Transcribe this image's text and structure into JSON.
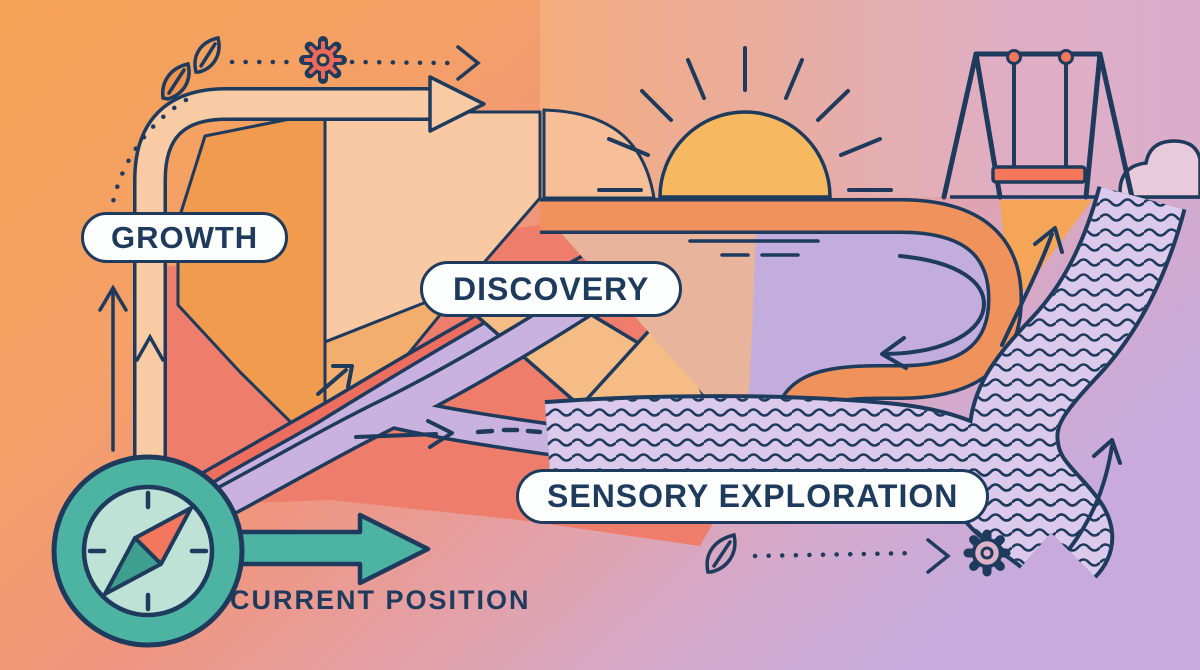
{
  "title": "Journey map illustration",
  "labels": {
    "growth": "GROWTH",
    "discovery": "DISCOVERY",
    "sensory_exploration": "SENSORY EXPLORATION",
    "current_position": "CURRENT POSITION"
  },
  "colors": {
    "outline_navy": "#1e3a5c",
    "pill_background": "#fdfefe",
    "teal": "#4db3a2",
    "teal_dark": "#3f9f8e",
    "mint": "#bfe2d7",
    "coral": "#ee6a58",
    "coral_soft": "#ee7d6b",
    "salmon_ribbon": "#ed6e5e",
    "orange": "#f5a356",
    "orange_road": "#f0925c",
    "peach_road": "#f8cba5",
    "facet_orange": "#f09b4e",
    "facet_peach": "#f8c9a2",
    "lavender": "#c8b1de",
    "loop_interior": "#c3addc",
    "river_fill": "#dccaed",
    "sun": "#f7b95f",
    "sky_pink": "#e0adc6"
  },
  "icons": [
    "compass-icon",
    "sun-icon",
    "swing-icon",
    "cloud-icon",
    "gear-icon-top",
    "gear-icon-bottom",
    "leaf-icon-top-filled",
    "leaf-icon-top-outline",
    "leaf-icon-bottom",
    "river-waves",
    "growth-path-arrow",
    "teal-position-arrow",
    "loop-return-arrow",
    "river-curve-arrow-up",
    "river-curve-arrow-down"
  ]
}
